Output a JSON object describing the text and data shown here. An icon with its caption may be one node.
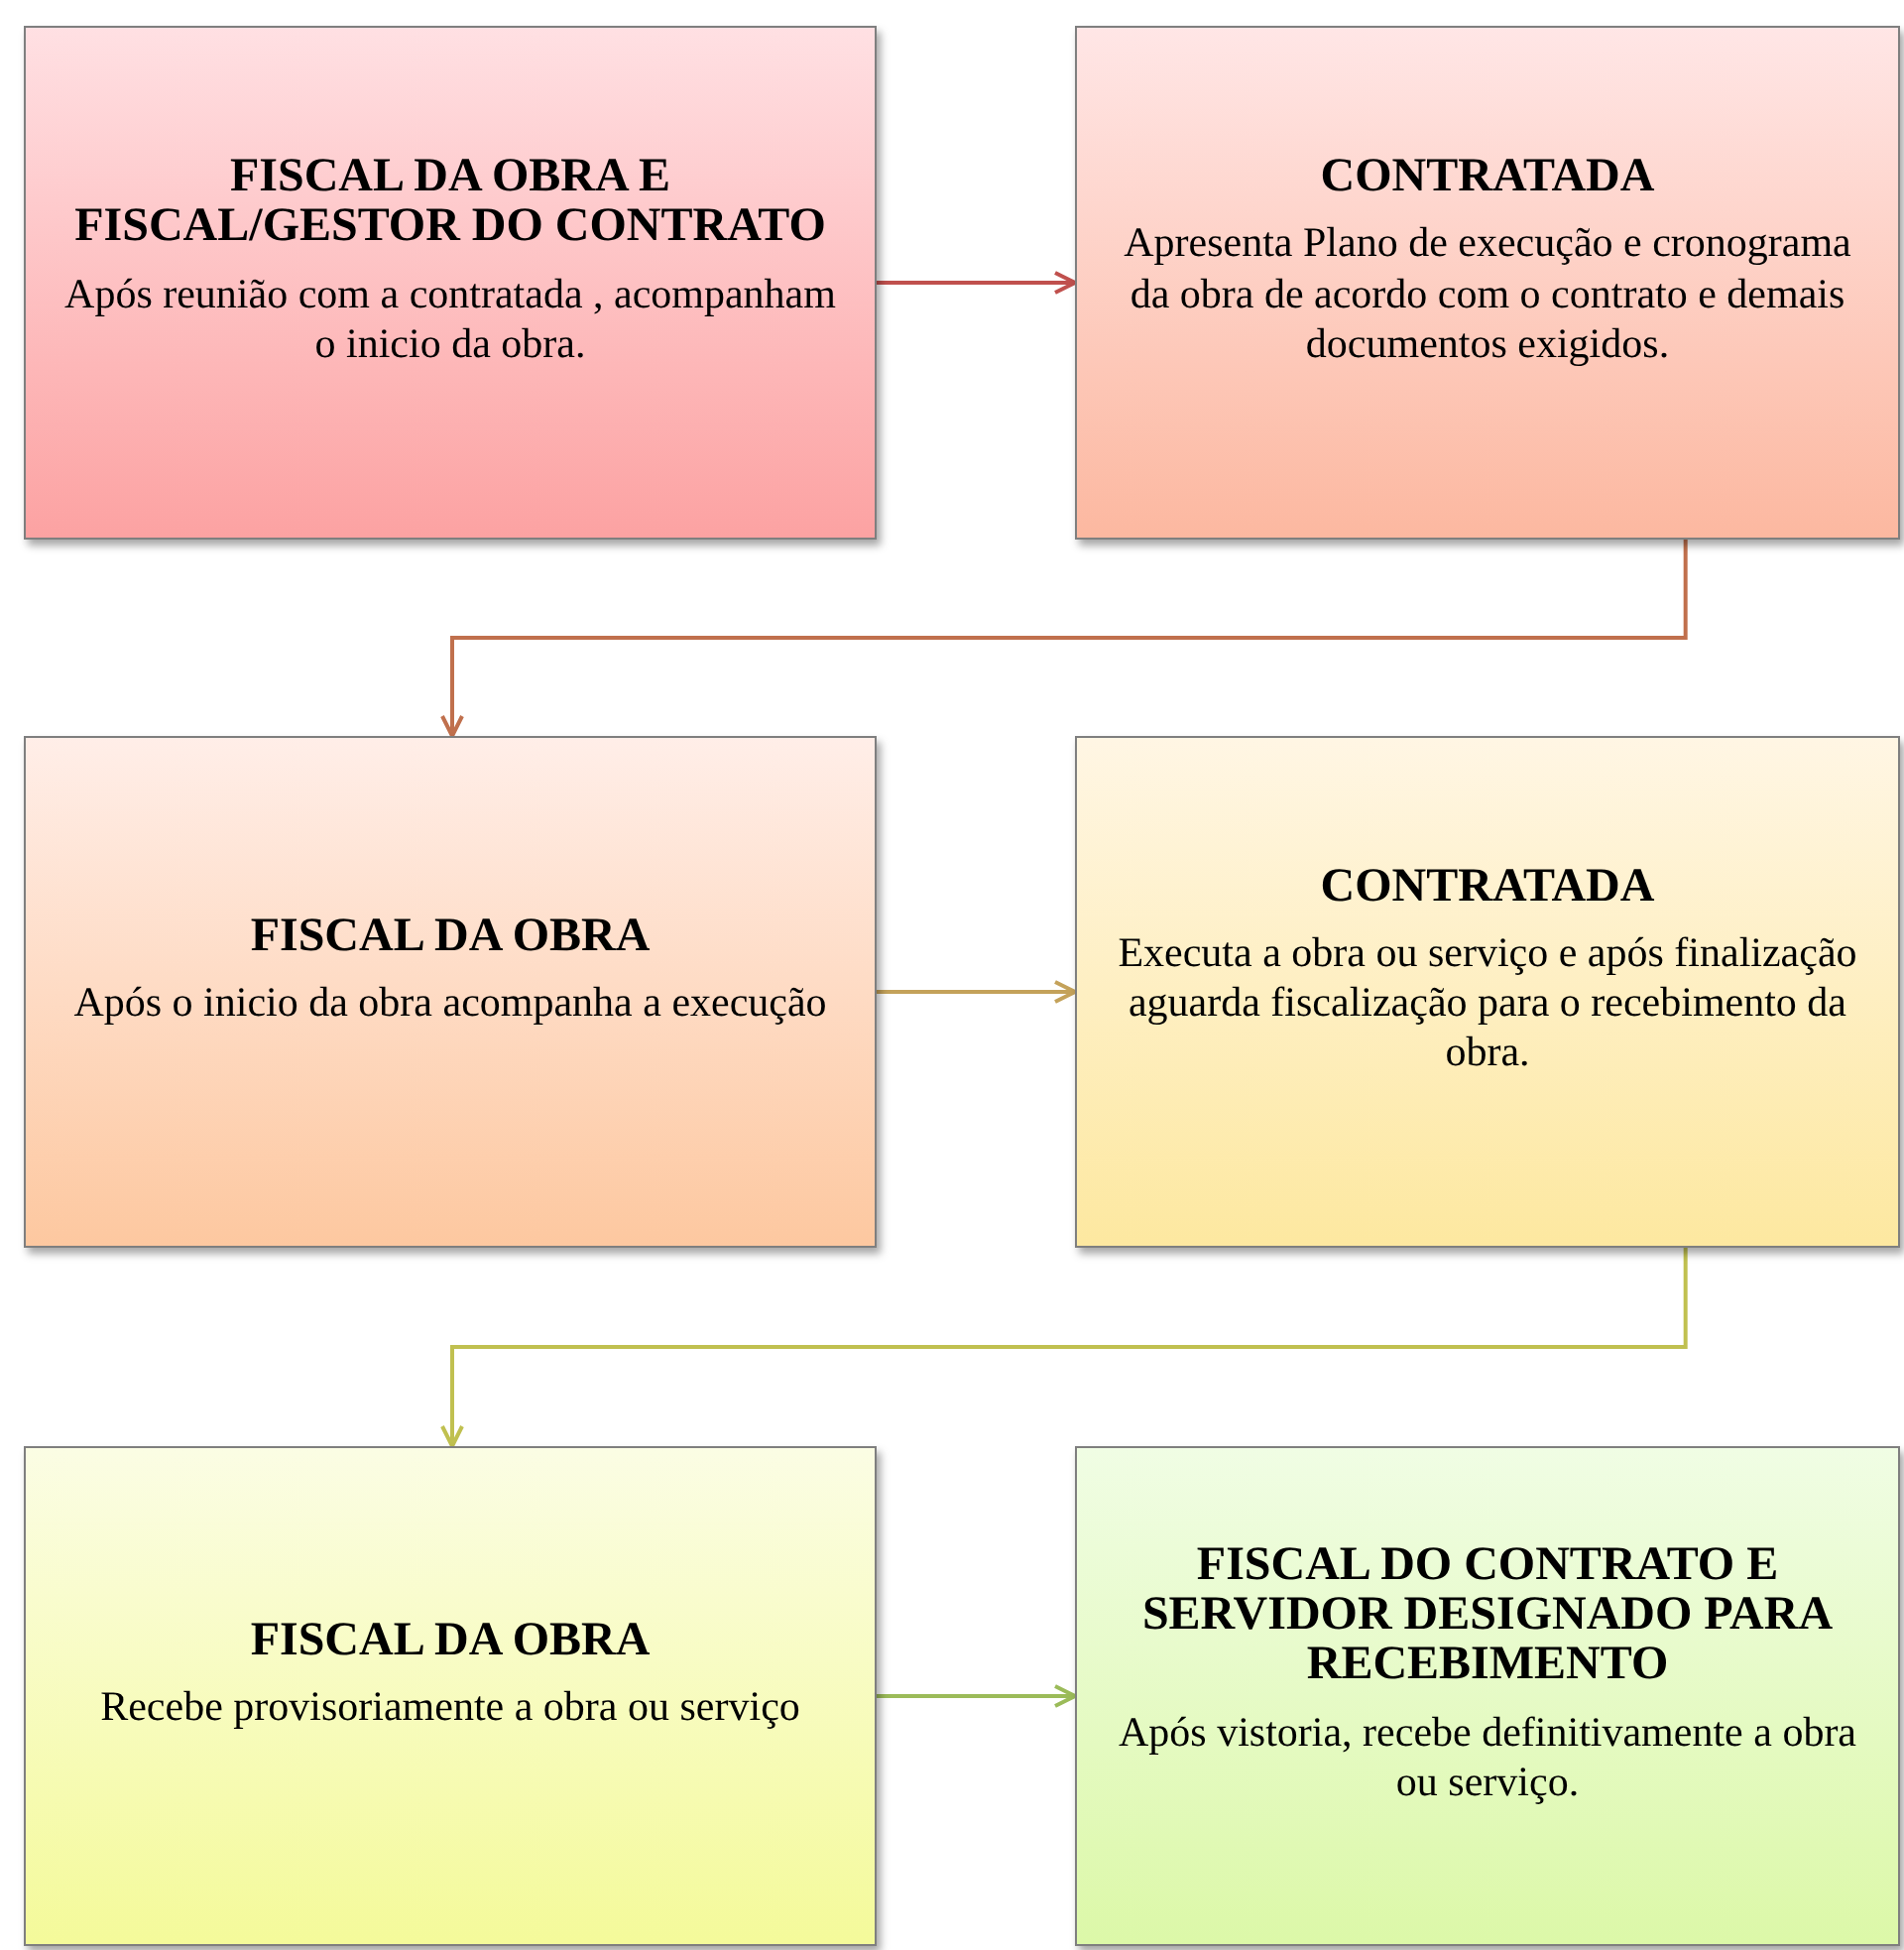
{
  "diagram": {
    "nodes": [
      {
        "text": [
          "FISCAL DA OBRA E FISCAL/GESTOR DO CONTRATO",
          "Após  reunião com a contratada , acompanham o inicio da obra."
        ]
      },
      {
        "text": [
          "CONTRATADA",
          "Apresenta Plano de execução e cronograma da obra de acordo com o contrato e demais documentos exigidos."
        ]
      },
      {
        "text": [
          "FISCAL  DA OBRA",
          "Após o inicio da obra acompanha a execução"
        ]
      },
      {
        "text": [
          "CONTRATADA",
          "Executa a obra ou serviço e após finalização aguarda fiscalização para o recebimento da obra."
        ]
      },
      {
        "text": [
          "FISCAL DA OBRA",
          "Recebe provisoriamente  a obra ou serviço"
        ]
      },
      {
        "text": [
          "FISCAL DO CONTRATO E SERVIDOR DESIGNADO PARA RECEBIMENTO",
          "Após vistoria, recebe definitivamente a obra  ou serviço."
        ]
      }
    ],
    "edges": [
      {
        "from": 0,
        "to": 1,
        "arrow": "to",
        "color": "#c0504d"
      },
      {
        "from": 1,
        "to": 2,
        "arrow": "to",
        "color": "#c0704d"
      },
      {
        "from": 2,
        "to": 3,
        "arrow": "to",
        "color": "#c4a25a"
      },
      {
        "from": 3,
        "to": 4,
        "arrow": "to",
        "color": "#c0c050"
      },
      {
        "from": 4,
        "to": 5,
        "arrow": "to",
        "color": "#9bbb59"
      }
    ]
  }
}
